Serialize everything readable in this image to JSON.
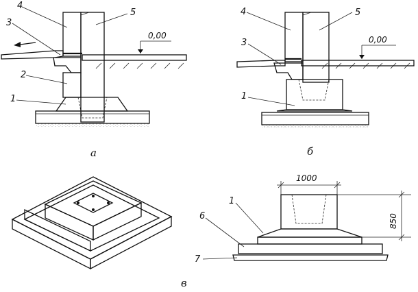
{
  "figure": {
    "panel_a": {
      "caption": "а",
      "level_mark": "0,00",
      "labels": [
        "4",
        "3",
        "5",
        "2",
        "1"
      ]
    },
    "panel_b": {
      "caption": "б",
      "level_mark": "0,00",
      "labels": [
        "4",
        "3",
        "5",
        "1"
      ]
    },
    "panel_c": {
      "caption": "в",
      "width_dim": "1000",
      "height_dim": "850",
      "labels": [
        "1",
        "6",
        "7"
      ]
    }
  },
  "colors": {
    "line": "#111111",
    "hatch": "#333333",
    "background": "#ffffff"
  }
}
